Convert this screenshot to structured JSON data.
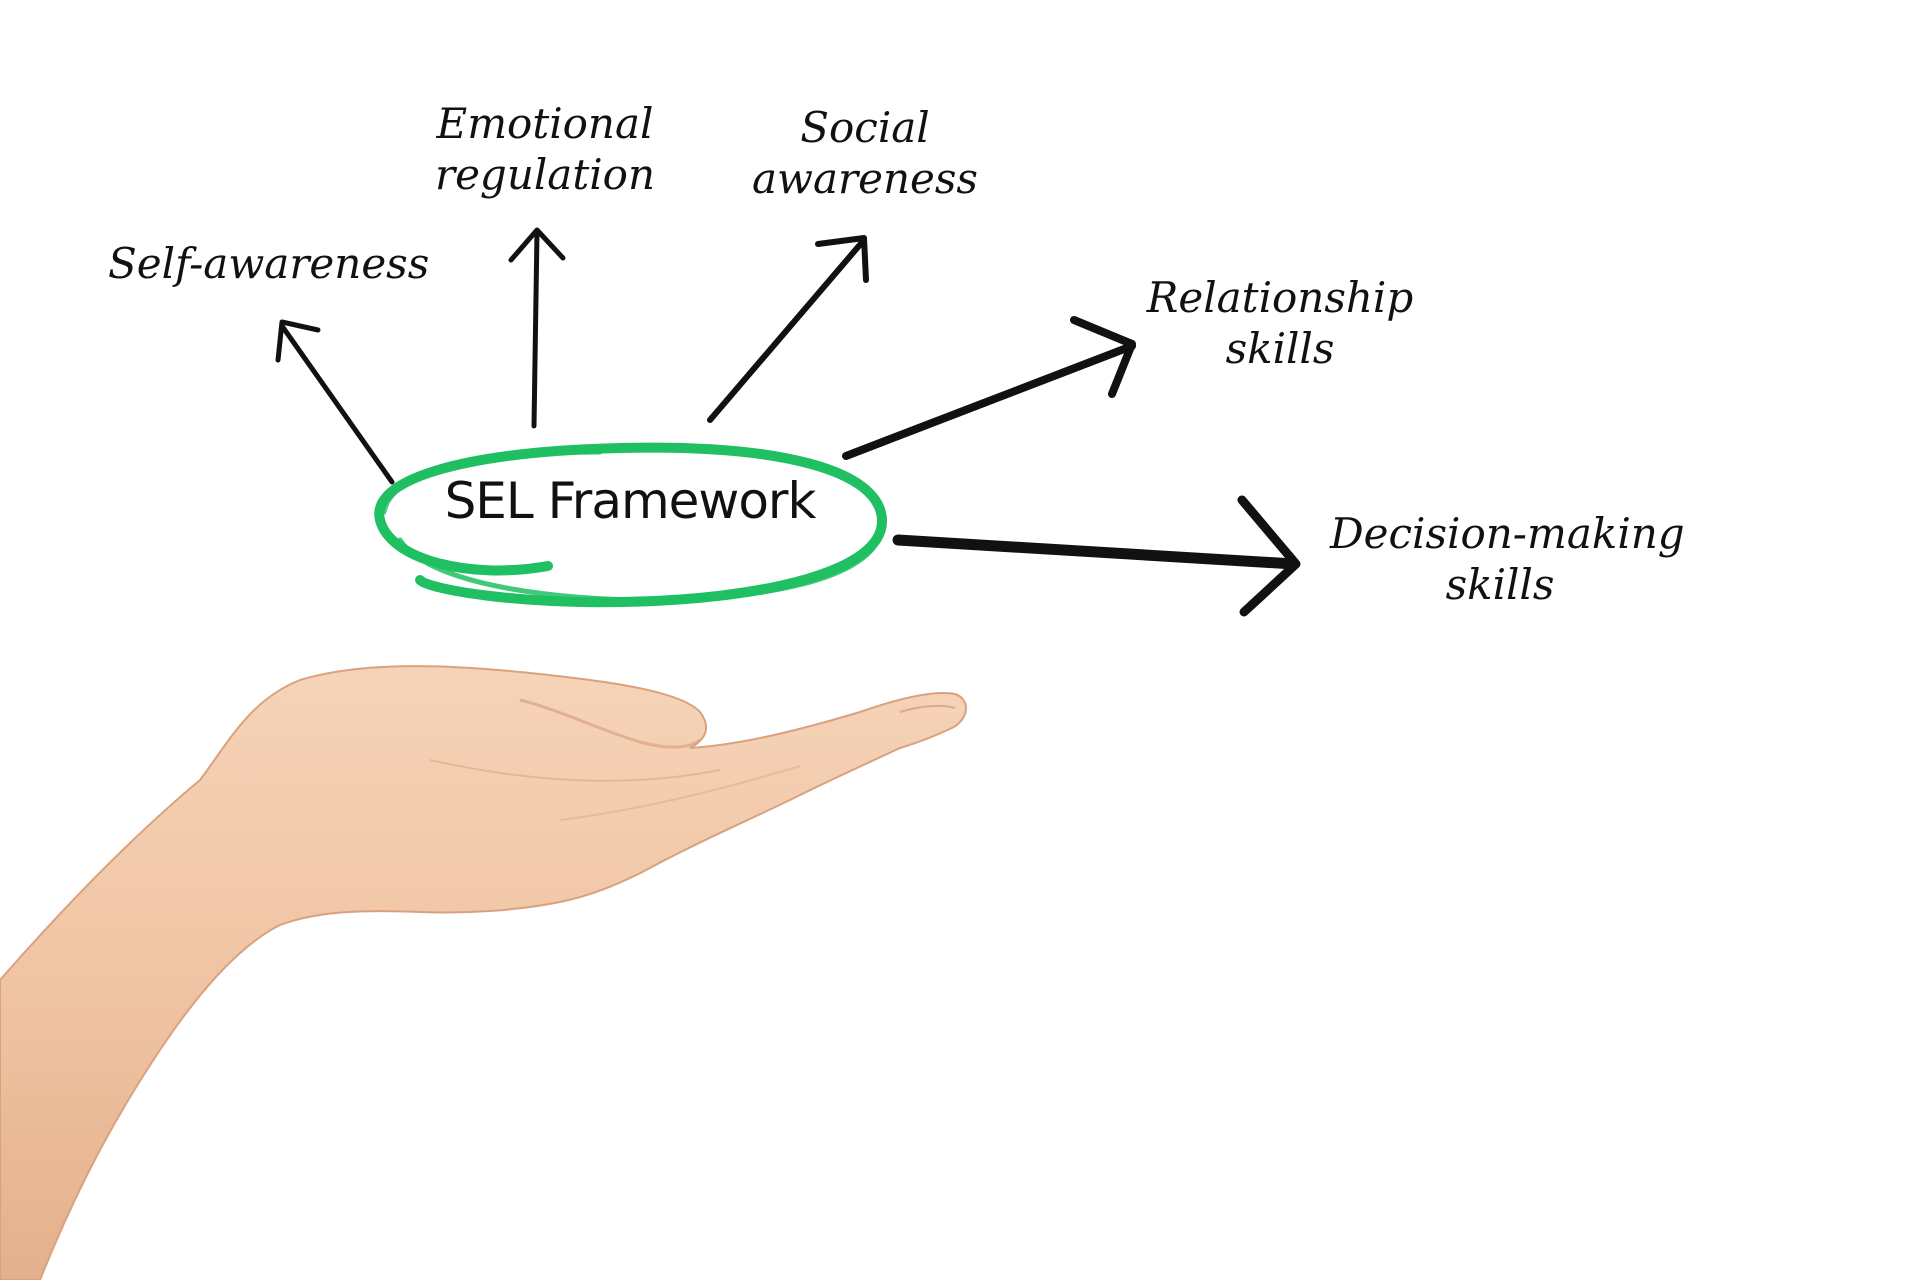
{
  "diagram": {
    "center": {
      "label": "SEL Framework"
    },
    "nodes": [
      {
        "id": "self-awareness",
        "lines": [
          "Self-awareness"
        ]
      },
      {
        "id": "emotional-regulation",
        "lines": [
          "Emotional",
          "regulation"
        ]
      },
      {
        "id": "social-awareness",
        "lines": [
          "Social",
          "awareness"
        ]
      },
      {
        "id": "relationship-skills",
        "lines": [
          "Relationship",
          "skills"
        ]
      },
      {
        "id": "decision-making-skills",
        "lines": [
          "Decision-making",
          "skills"
        ]
      }
    ]
  },
  "colors": {
    "ellipse_stroke": "#1fbf62",
    "arrow_stroke": "#111111",
    "text": "#111111",
    "background": "#ffffff",
    "skin": "#f1c6a6"
  }
}
